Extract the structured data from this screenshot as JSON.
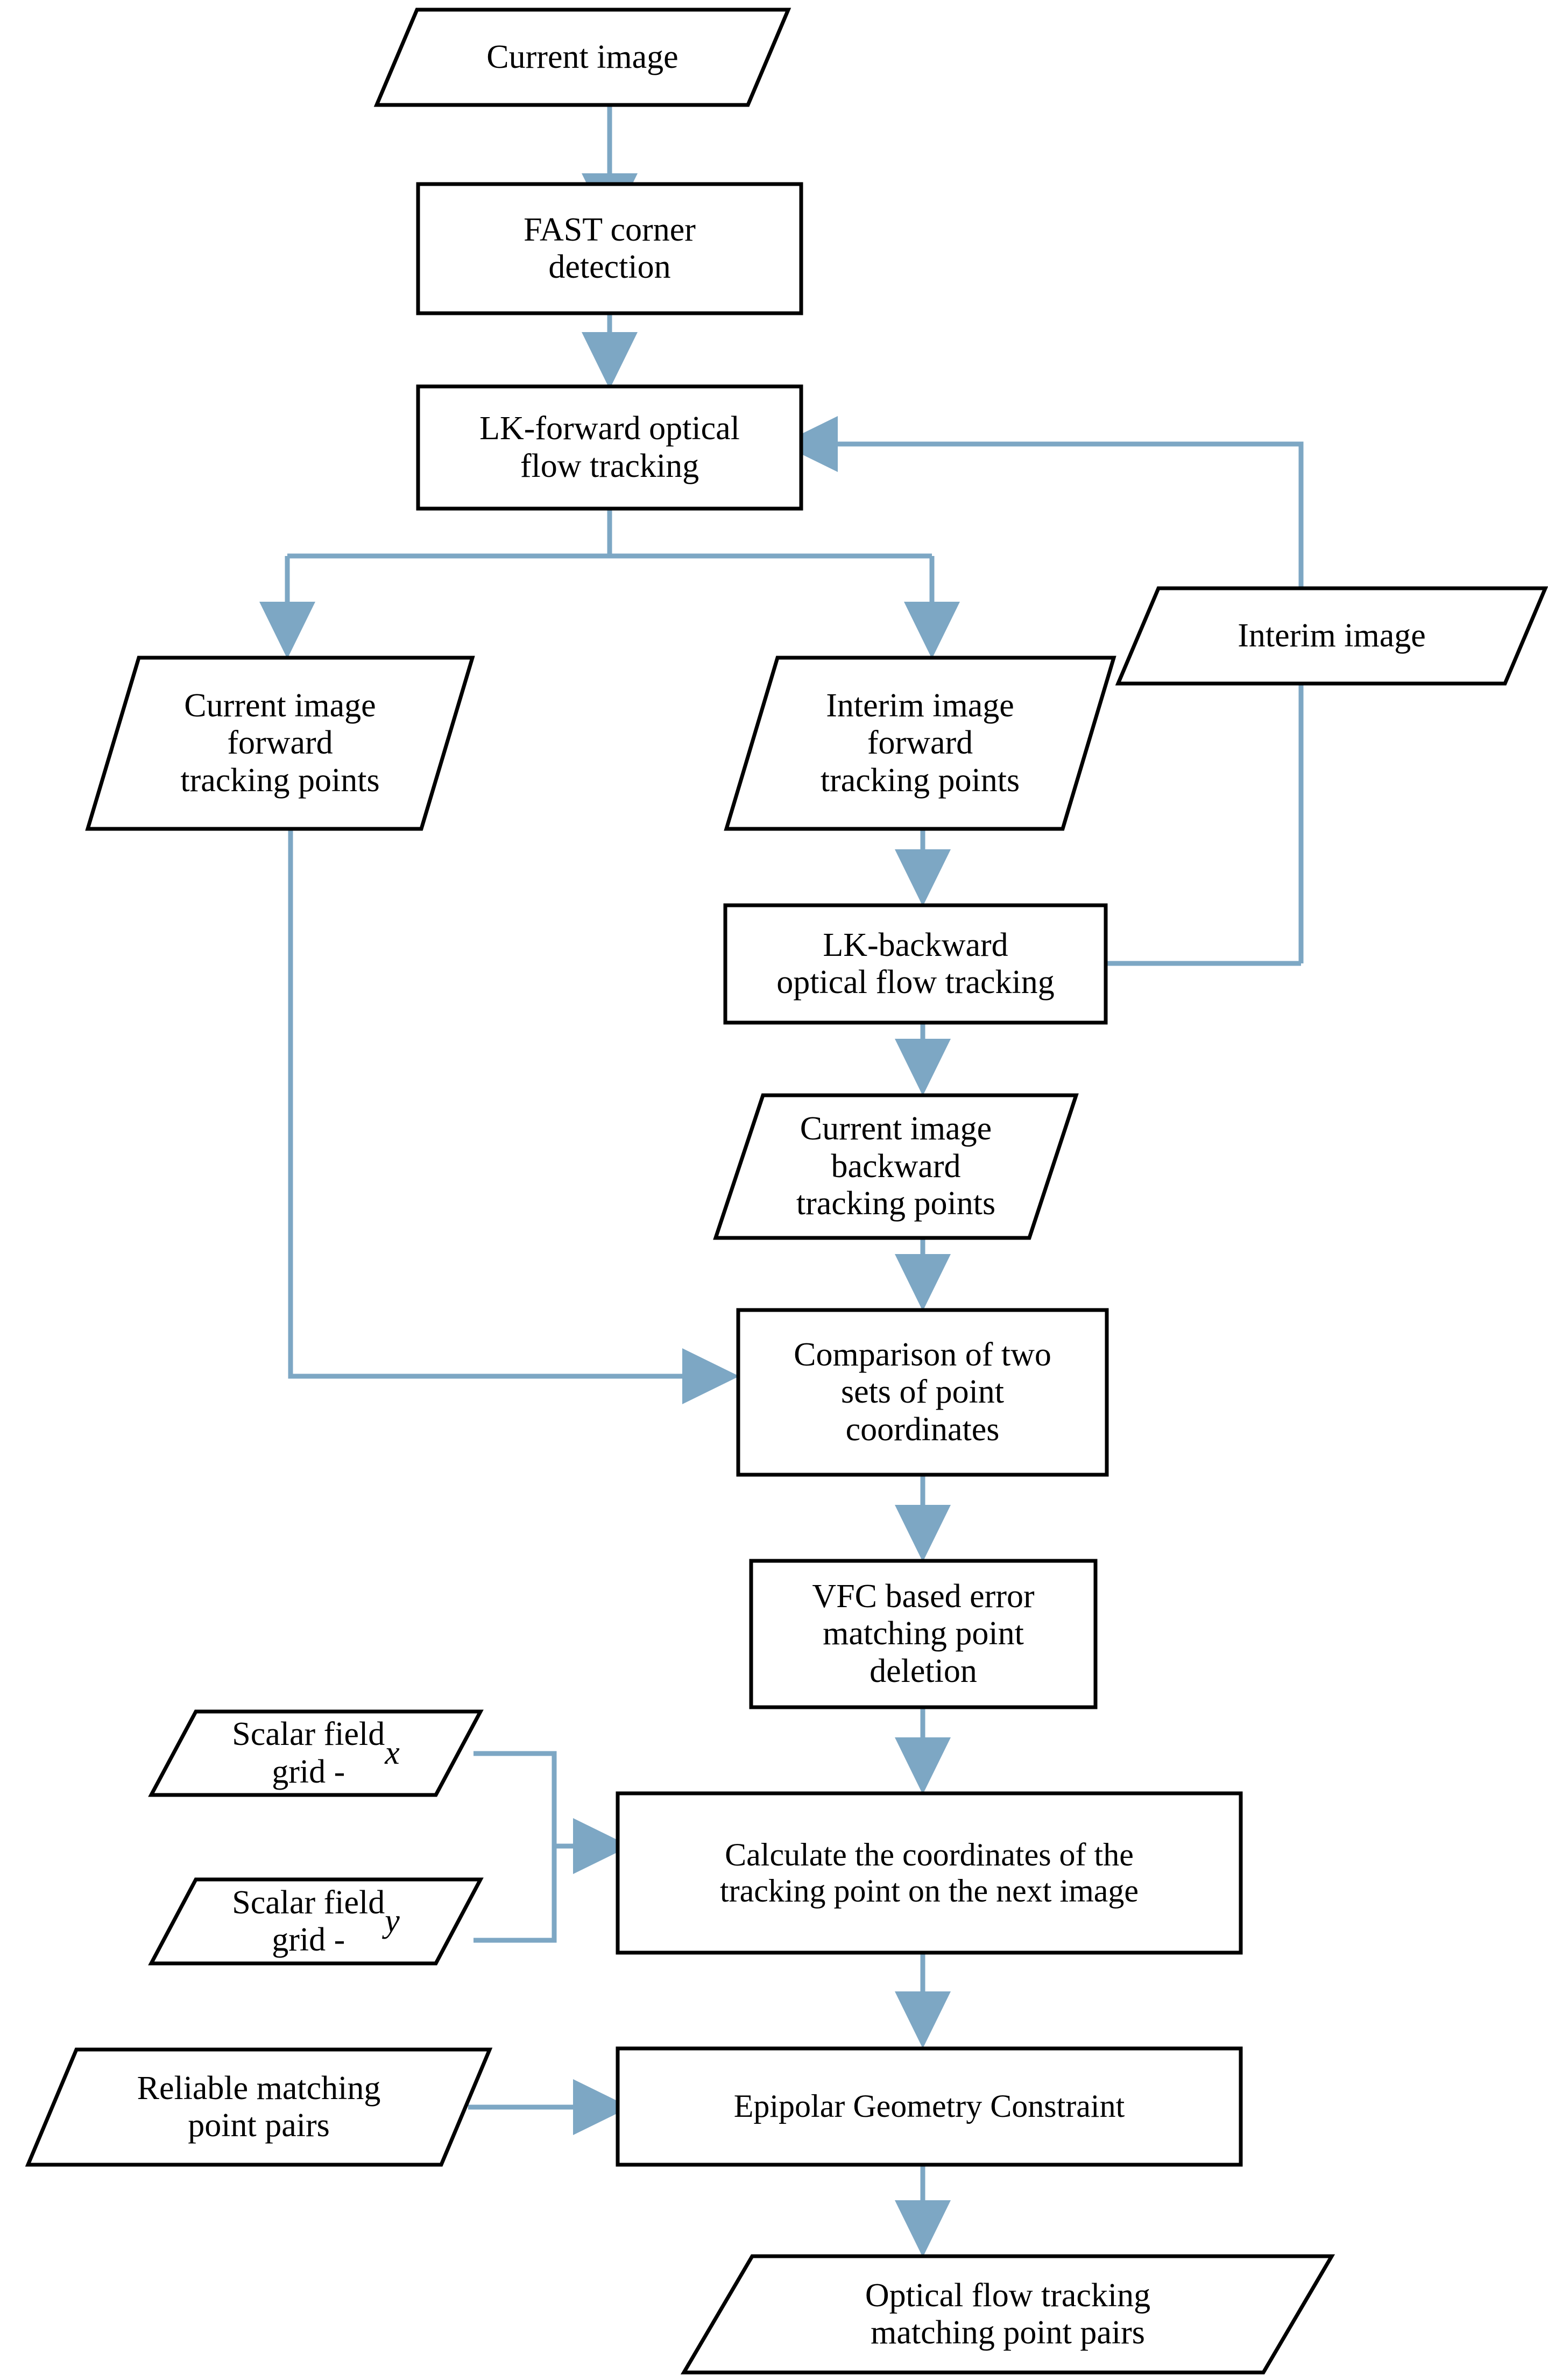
{
  "diagram": {
    "title": "Optical flow tracking pipeline flowchart",
    "colors": {
      "connector": "#7DA7C4",
      "shape_stroke": "#000000",
      "shape_fill": "#FFFFFF",
      "text": "#000000"
    },
    "nodes": [
      {
        "id": "current-image",
        "shape": "parallelogram",
        "label": "Current image"
      },
      {
        "id": "fast-corner-detection",
        "shape": "rectangle",
        "label": "FAST corner\ndetection"
      },
      {
        "id": "lk-forward",
        "shape": "rectangle",
        "label": "LK-forward optical\nflow tracking"
      },
      {
        "id": "current-image-fwd-pts",
        "shape": "parallelogram",
        "label": "Current image\nforward\ntracking points"
      },
      {
        "id": "interim-image-fwd-pts",
        "shape": "parallelogram",
        "label": "Interim image\nforward\ntracking points"
      },
      {
        "id": "interim-image",
        "shape": "parallelogram",
        "label": "Interim image"
      },
      {
        "id": "lk-backward",
        "shape": "rectangle",
        "label": "LK-backward\noptical flow tracking"
      },
      {
        "id": "current-image-bwd-pts",
        "shape": "parallelogram",
        "label": "Current image\nbackward\ntracking points"
      },
      {
        "id": "comparison",
        "shape": "rectangle",
        "label": "Comparison of two\nsets of point\ncoordinates"
      },
      {
        "id": "vfc-deletion",
        "shape": "rectangle",
        "label": "VFC based error\nmatching point\ndeletion"
      },
      {
        "id": "scalar-field-grid-x",
        "shape": "parallelogram",
        "label": "Scalar field\ngrid - ",
        "label_italic_suffix": "x"
      },
      {
        "id": "scalar-field-grid-y",
        "shape": "parallelogram",
        "label": "Scalar field\ngrid - ",
        "label_italic_suffix": "y"
      },
      {
        "id": "calculate-coordinates",
        "shape": "rectangle",
        "label": "Calculate the coordinates of the\ntracking point on the next image"
      },
      {
        "id": "reliable-matching-pairs",
        "shape": "parallelogram",
        "label": "Reliable matching\npoint pairs"
      },
      {
        "id": "epipolar-geometry",
        "shape": "rectangle",
        "label": "Epipolar Geometry Constraint"
      },
      {
        "id": "optical-flow-output",
        "shape": "parallelogram",
        "label": "Optical flow tracking\nmatching point pairs"
      }
    ],
    "edges": [
      {
        "from": "current-image",
        "to": "fast-corner-detection"
      },
      {
        "from": "fast-corner-detection",
        "to": "lk-forward"
      },
      {
        "from": "lk-forward",
        "to": "current-image-fwd-pts"
      },
      {
        "from": "lk-forward",
        "to": "interim-image-fwd-pts"
      },
      {
        "from": "interim-image",
        "to": "lk-forward"
      },
      {
        "from": "interim-image",
        "to": "lk-backward"
      },
      {
        "from": "interim-image-fwd-pts",
        "to": "lk-backward"
      },
      {
        "from": "lk-backward",
        "to": "current-image-bwd-pts"
      },
      {
        "from": "current-image-bwd-pts",
        "to": "comparison"
      },
      {
        "from": "current-image-fwd-pts",
        "to": "comparison"
      },
      {
        "from": "comparison",
        "to": "vfc-deletion"
      },
      {
        "from": "vfc-deletion",
        "to": "calculate-coordinates"
      },
      {
        "from": "scalar-field-grid-x",
        "to": "calculate-coordinates"
      },
      {
        "from": "scalar-field-grid-y",
        "to": "calculate-coordinates"
      },
      {
        "from": "calculate-coordinates",
        "to": "epipolar-geometry"
      },
      {
        "from": "reliable-matching-pairs",
        "to": "epipolar-geometry"
      },
      {
        "from": "epipolar-geometry",
        "to": "optical-flow-output"
      }
    ]
  }
}
